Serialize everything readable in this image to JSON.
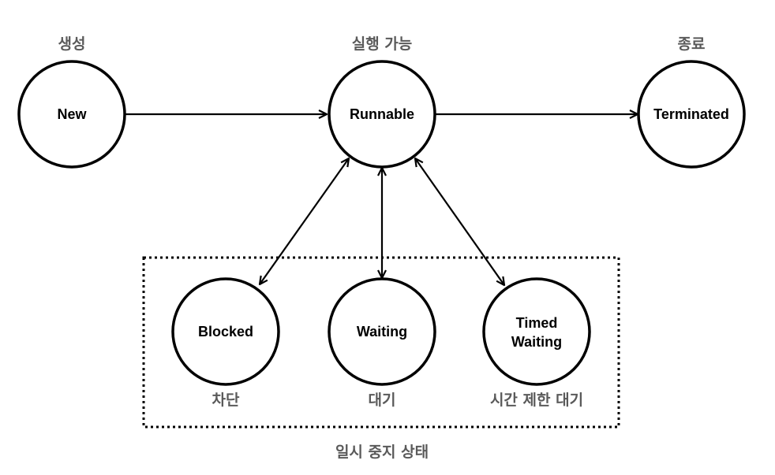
{
  "colors": {
    "stroke": "#000000",
    "caption": "#5a5a5a",
    "background": "#ffffff"
  },
  "states": {
    "new": {
      "label": "New",
      "caption": "생성"
    },
    "runnable": {
      "label": "Runnable",
      "caption": "실행 가능"
    },
    "terminated": {
      "label": "Terminated",
      "caption": "종료"
    },
    "blocked": {
      "label": "Blocked",
      "caption": "차단"
    },
    "waiting": {
      "label": "Waiting",
      "caption": "대기"
    },
    "timed_waiting": {
      "label_line1": "Timed",
      "label_line2": "Waiting",
      "caption": "시간 제한 대기"
    }
  },
  "group": {
    "label": "일시 중지 상태"
  },
  "transitions": [
    {
      "from": "new",
      "to": "runnable",
      "direction": "one-way"
    },
    {
      "from": "runnable",
      "to": "terminated",
      "direction": "one-way"
    },
    {
      "from": "runnable",
      "to": "blocked",
      "direction": "two-way"
    },
    {
      "from": "runnable",
      "to": "waiting",
      "direction": "two-way"
    },
    {
      "from": "runnable",
      "to": "timed_waiting",
      "direction": "two-way"
    }
  ]
}
